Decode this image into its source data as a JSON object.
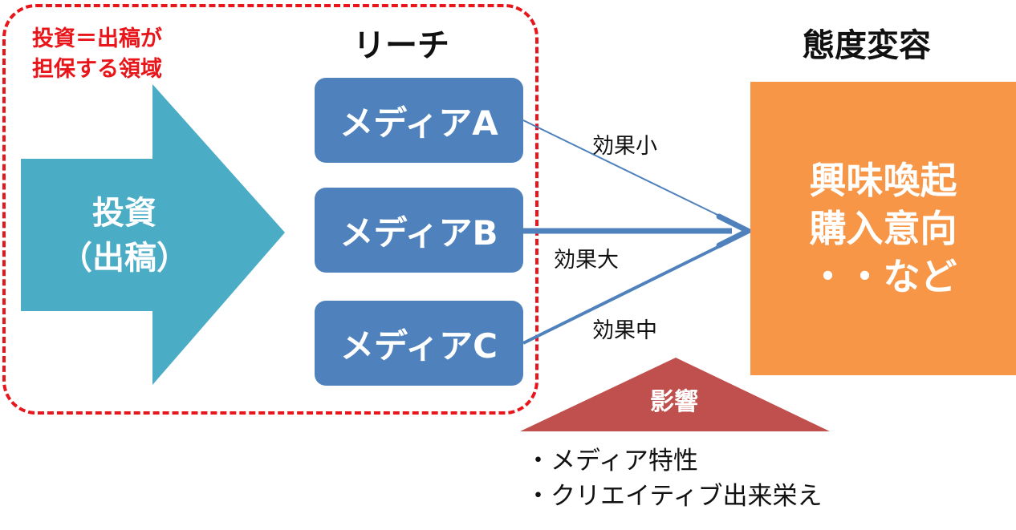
{
  "domain_note": {
    "line1": "投資＝出稿が",
    "line2": "担保する領域"
  },
  "reach_title": "リーチ",
  "attitude_title": "態度変容",
  "investment": {
    "line1": "投資",
    "line2": "（出稿）"
  },
  "media": [
    {
      "label": "メディアA"
    },
    {
      "label": "メディアB"
    },
    {
      "label": "メディアC"
    }
  ],
  "effects": {
    "a": "効果小",
    "b": "効果大",
    "c": "効果中"
  },
  "outcome": {
    "line1": "興味喚起",
    "line2": "購入意向",
    "line3": "・・など"
  },
  "influence": {
    "label": "影響",
    "items": [
      "・メディア特性",
      "・クリエイティブ出来栄え"
    ]
  },
  "colors": {
    "dashed_border": "#e8161b",
    "investment_arrow": "#4bacc6",
    "media_box": "#4f81bd",
    "connector": "#4f81bd",
    "outcome_box": "#f79646",
    "influence_triangle": "#c0504d"
  }
}
